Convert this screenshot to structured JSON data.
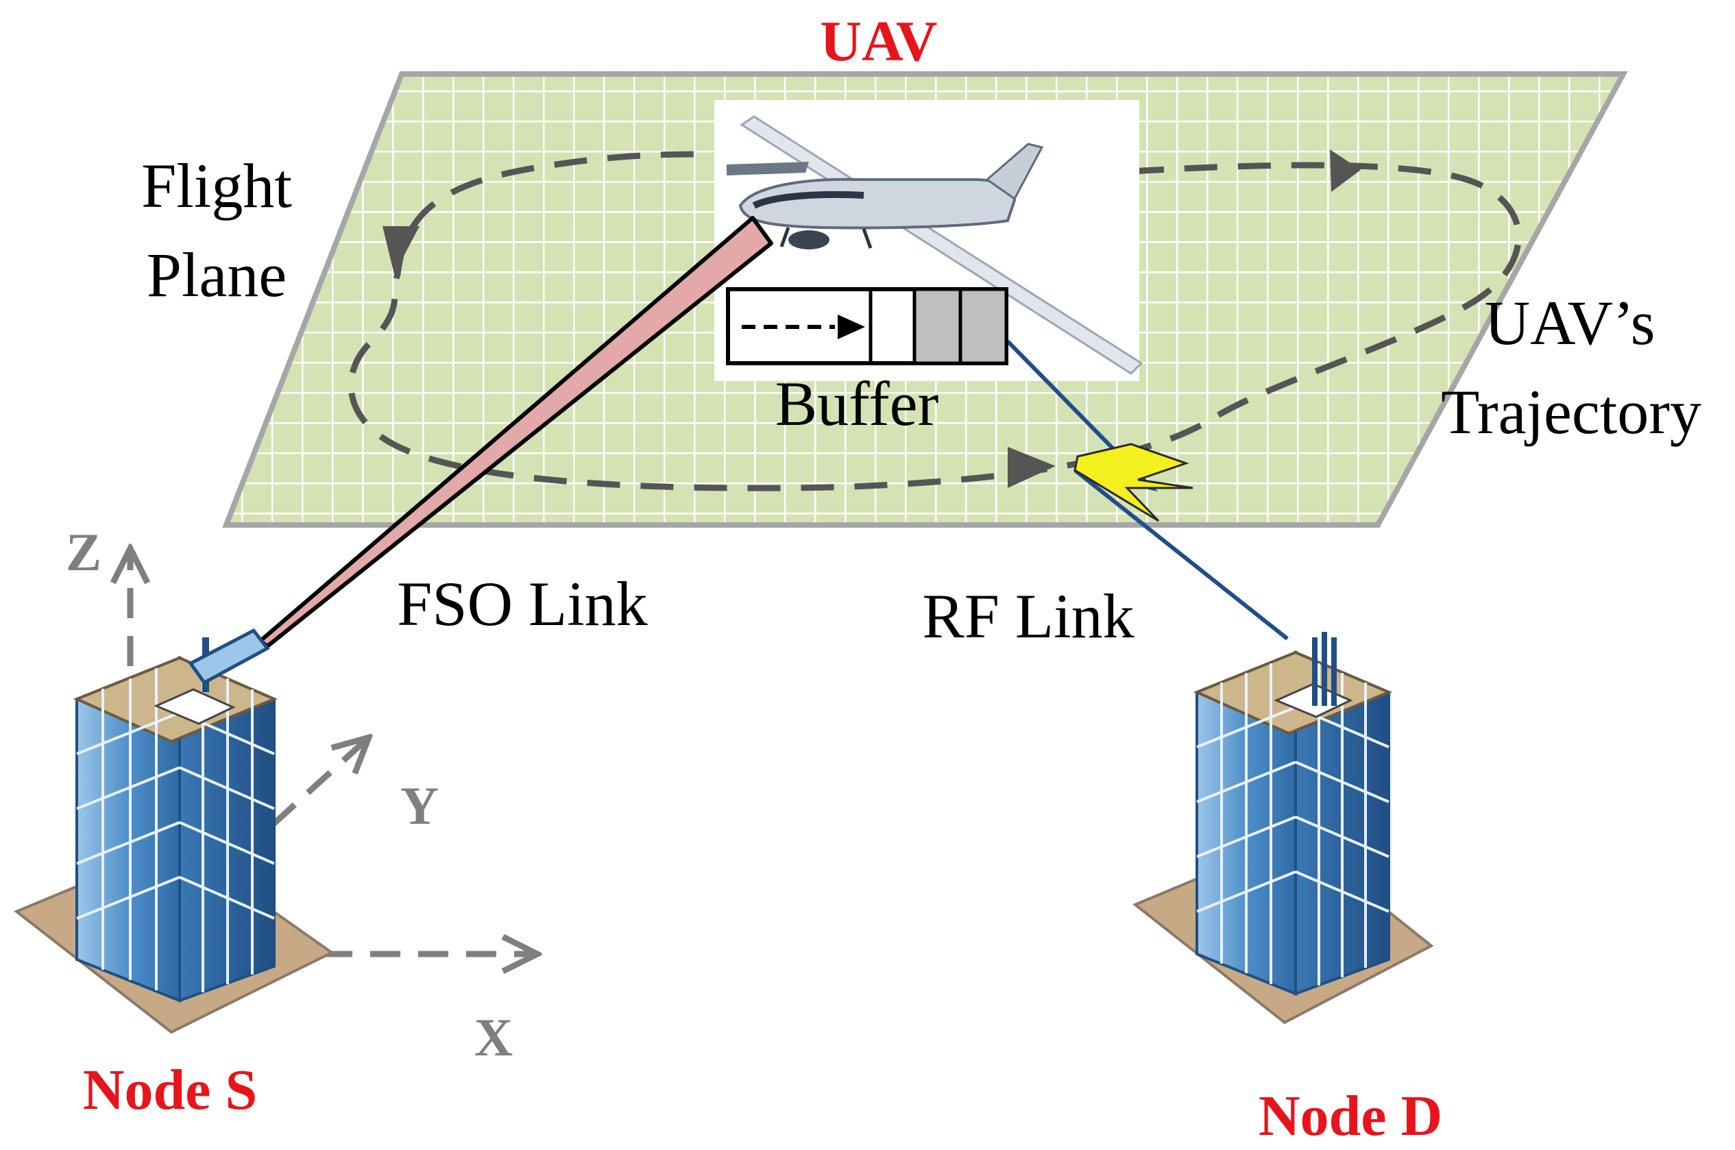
{
  "title": "UAV",
  "labels": {
    "flight_plane_line1": "Flight",
    "flight_plane_line2": "Plane",
    "trajectory_line1": "UAV’s",
    "trajectory_line2": "Trajectory",
    "buffer": "Buffer",
    "fso_link": "FSO Link",
    "rf_link": "RF Link",
    "node_s": "Node S",
    "node_d": "Node D"
  },
  "axes": {
    "x": "X",
    "y": "Y",
    "z": "Z"
  },
  "icons": [
    "uav-icon",
    "building-icon",
    "transmitter-icon",
    "antenna-icon",
    "lightning-icon"
  ],
  "colors": {
    "accent_red": "#e8141b",
    "plane_fill": "#d5e2b4",
    "plane_border": "#a6a6a6",
    "fso_beam": "#e3a8a8",
    "rf_bolt": "#f4ef1e",
    "axis_gray": "#7f7f7f",
    "building_blue": "#4f8fc9"
  }
}
